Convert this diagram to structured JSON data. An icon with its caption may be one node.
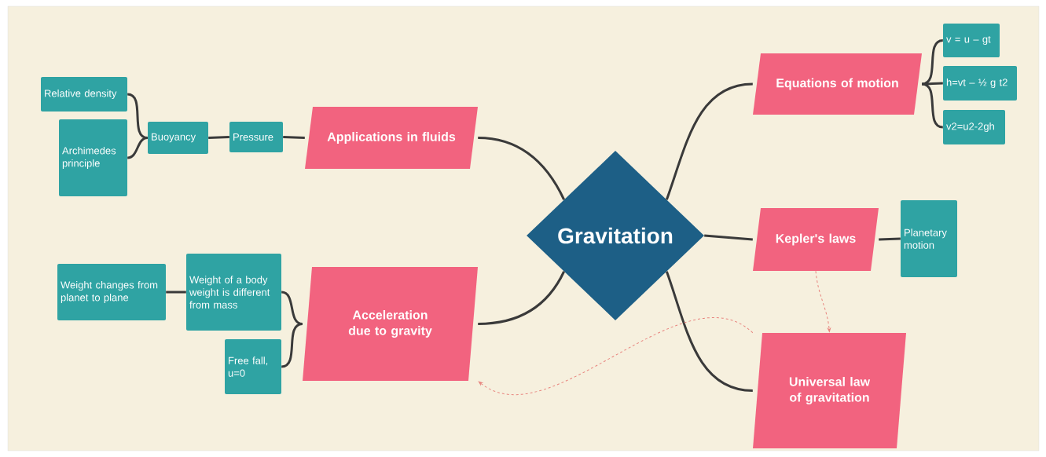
{
  "diagram": {
    "nodes": [
      {
        "text": [
          "Gravitation"
        ]
      },
      {
        "text": [
          "Applications in fluids"
        ]
      },
      {
        "text": [
          "Pressure"
        ]
      },
      {
        "text": [
          "Buoyancy"
        ]
      },
      {
        "text": [
          "Relative density"
        ]
      },
      {
        "text": [
          "Archimedes principle"
        ]
      },
      {
        "text": [
          "Acceleration due to gravity"
        ]
      },
      {
        "text": [
          "Weight of a body weight is different from mass"
        ]
      },
      {
        "text": [
          "Weight changes from planet to plane"
        ]
      },
      {
        "text": [
          "Free fall, u=0"
        ]
      },
      {
        "text": [
          "Equations of motion"
        ]
      },
      {
        "text": [
          "v = u – gt"
        ]
      },
      {
        "text": [
          "h=vt – ½ g t2"
        ]
      },
      {
        "text": [
          "v2=u2-2gh"
        ]
      },
      {
        "text": [
          "Kepler's laws"
        ]
      },
      {
        "text": [
          "Planetary motion"
        ]
      },
      {
        "text": [
          "Universal law of gravitation"
        ]
      }
    ],
    "edges": [
      {
        "from": 0,
        "to": 1,
        "arrow": "none"
      },
      {
        "from": 1,
        "to": 2,
        "arrow": "none"
      },
      {
        "from": 2,
        "to": 3,
        "arrow": "none"
      },
      {
        "from": 3,
        "to": 4,
        "arrow": "none"
      },
      {
        "from": 3,
        "to": 5,
        "arrow": "none"
      },
      {
        "from": 0,
        "to": 6,
        "arrow": "none"
      },
      {
        "from": 6,
        "to": 7,
        "arrow": "none"
      },
      {
        "from": 6,
        "to": 9,
        "arrow": "none"
      },
      {
        "from": 7,
        "to": 8,
        "arrow": "none"
      },
      {
        "from": 0,
        "to": 10,
        "arrow": "none"
      },
      {
        "from": 10,
        "to": 11,
        "arrow": "none"
      },
      {
        "from": 10,
        "to": 12,
        "arrow": "none"
      },
      {
        "from": 10,
        "to": 13,
        "arrow": "none"
      },
      {
        "from": 0,
        "to": 14,
        "arrow": "none"
      },
      {
        "from": 14,
        "to": 15,
        "arrow": "none"
      },
      {
        "from": 0,
        "to": 16,
        "arrow": "none"
      },
      {
        "from": 14,
        "to": 16,
        "arrow": "to",
        "style": "dashed",
        "color": "#e8857f"
      },
      {
        "from": 16,
        "to": 6,
        "arrow": "to",
        "style": "dashed",
        "color": "#e8857f"
      }
    ]
  }
}
